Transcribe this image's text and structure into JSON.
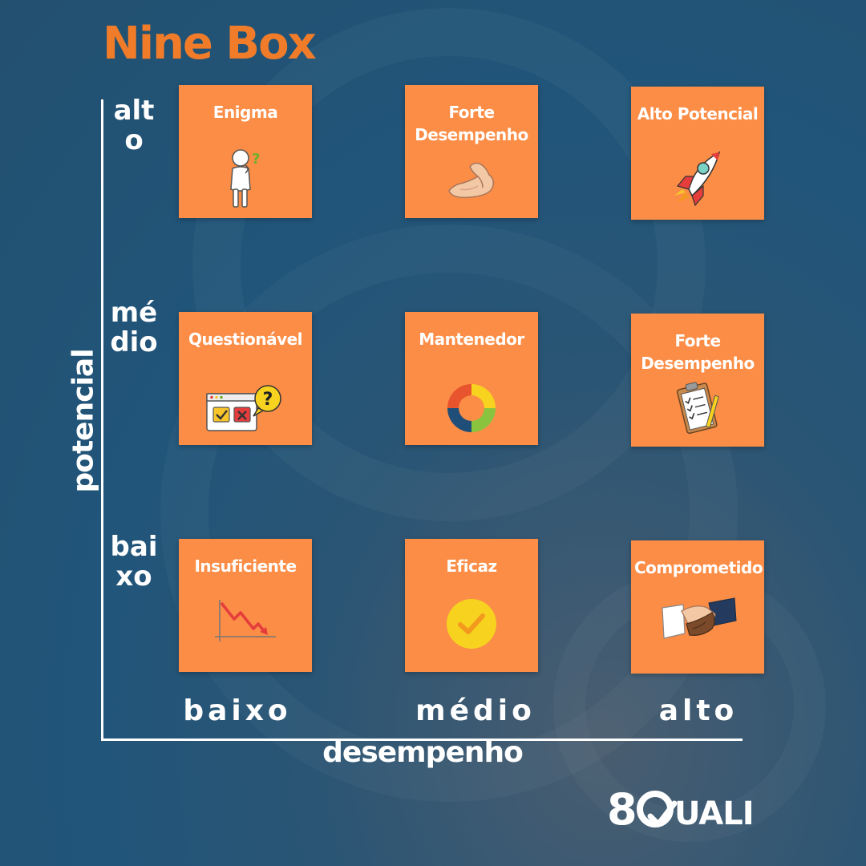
{
  "title": "Nine Box",
  "axes": {
    "y_title": "potencial",
    "x_title": "desempenho",
    "row_labels": [
      "alto",
      "médio",
      "baixo"
    ],
    "col_labels": [
      "baixo",
      "médio",
      "alto"
    ]
  },
  "grid": [
    [
      {
        "label": "Enigma",
        "icon": "confused-person-icon"
      },
      {
        "label": "Forte Desempenho",
        "icon": "flexed-arm-icon"
      },
      {
        "label": "Alto Potencial",
        "icon": "rocket-icon"
      }
    ],
    [
      {
        "label": "Questionável",
        "icon": "checklist-question-icon"
      },
      {
        "label": "Mantenedor",
        "icon": "cycle-arrows-icon"
      },
      {
        "label": "Forte Desempenho",
        "icon": "clipboard-checklist-icon"
      }
    ],
    [
      {
        "label": "Insuficiente",
        "icon": "declining-chart-icon"
      },
      {
        "label": "Eficaz",
        "icon": "check-circle-icon"
      },
      {
        "label": "Comprometido",
        "icon": "handshake-icon"
      }
    ]
  ],
  "colors": {
    "title": "#f07c2a",
    "cell": "#fb8d46",
    "background": "#21557a"
  },
  "brand": {
    "logo_text": "8QUALI"
  }
}
